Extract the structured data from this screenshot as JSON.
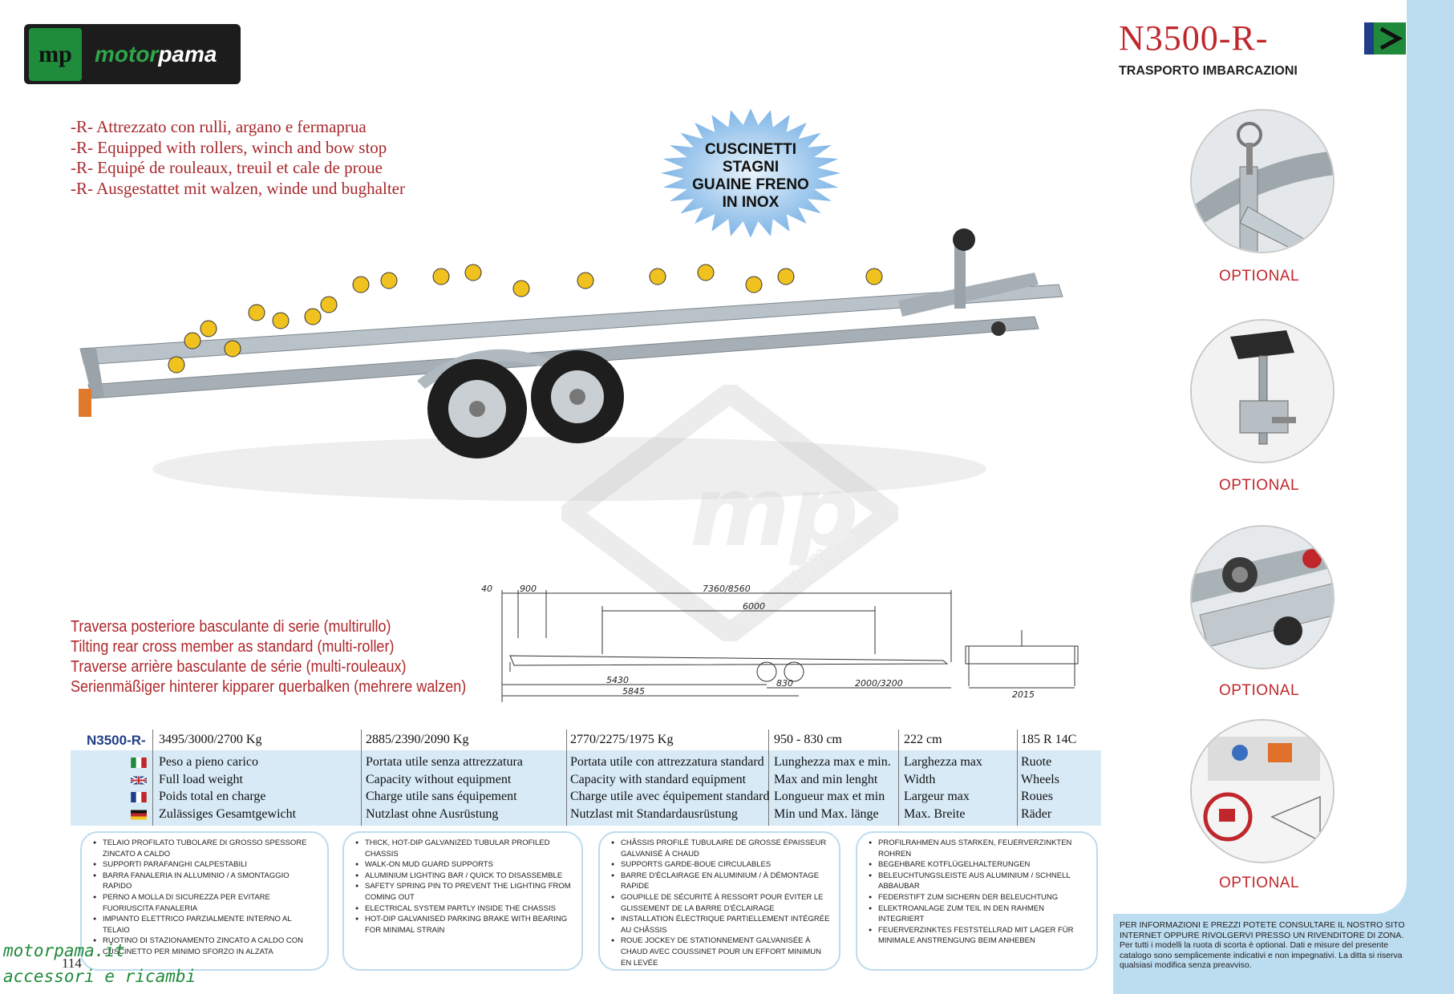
{
  "header": {
    "model": "N3500-R-",
    "category": "TRASPORTO IMBARCAZIONI"
  },
  "logo": {
    "text_green": "motor",
    "text_white": "pama",
    "mark": "mp"
  },
  "features": [
    "-R- Attrezzato con rulli, argano e fermaprua",
    "-R- Equipped with rollers, winch and bow stop",
    "-R- Equipé de rouleaux, treuil et cale de proue",
    "-R- Ausgestattet mit walzen, winde und bughalter"
  ],
  "badge": {
    "lines": [
      "CUSCINETTI",
      "STAGNI",
      "GUAINE FRENO",
      "IN INOX"
    ],
    "color": "#9cc6ec"
  },
  "rear_member": [
    "Traversa posteriore basculante di serie (multirullo)",
    "Tilting rear cross member as standard (multi-roller)",
    "Traverse arrière basculante de série (multi-rouleaux)",
    "Serienmäßiger hinterer kipparer querbalken (mehrere walzen)"
  ],
  "drawing": {
    "dims": {
      "d40": "40",
      "d900": "900",
      "overall": "7360/8560",
      "bed": "6000",
      "d5430": "5430",
      "d5845": "5845",
      "axle": "830",
      "drawbar": "2000/3200",
      "width": "2015"
    }
  },
  "spec": {
    "model": "N3500-R-",
    "values": [
      "3495/3000/2700 Kg",
      "2885/2390/2090 Kg",
      "2770/2275/1975 Kg",
      "950 - 830 cm",
      "222 cm",
      "185 R 14C"
    ],
    "labels": [
      [
        "Peso a pieno carico",
        "Full load weight",
        "Poids total en charge",
        "Zulässiges Gesamtgewicht"
      ],
      [
        "Portata utile senza attrezzatura",
        "Capacity without equipment",
        "Charge utile sans équipement",
        "Nutzlast ohne Ausrüstung"
      ],
      [
        "Portata utile con attrezzatura standard",
        "Capacity with standard equipment",
        "Charge utile avec équipement standard",
        "Nutzlast mit Standardausrüstung"
      ],
      [
        "Lunghezza max e min.",
        "Max and min lenght",
        "Longueur max et min",
        "Min und Max. länge"
      ],
      [
        "Larghezza max",
        "Width",
        "Largeur max",
        "Max. Breite"
      ],
      [
        "Ruote",
        "Wheels",
        "Roues",
        "Räder"
      ]
    ]
  },
  "bullets": {
    "it": [
      "Telaio profilato tubolare di grosso spessore zincato a caldo",
      "Supporti parafanghi calpestabili",
      "Barra fanaleria in alluminio / a smontaggio rapido",
      "Perno a molla di sicurezza per evitare fuoriuscita fanaleria",
      "Impianto elettrico parzialmente interno al telaio",
      "Ruotino di stazionamento zincato a caldo con cuscinetto per minimo sforzo in alzata"
    ],
    "en": [
      "Thick, hot-dip galvanized tubular profiled chassis",
      "Walk-on mud guard supports",
      "Aluminium lighting bar / quick to disassemble",
      "Safety spring pin to prevent the lighting from coming out",
      "Electrical system partly inside the chassis",
      "Hot-dip galvanised parking brake with bearing for minimal strain"
    ],
    "fr": [
      "Châssis profilé tubulaire de grosse épaisseur galvanisé à chaud",
      "Supports garde-boue circulables",
      "Barre d'éclairage en aluminium / à démontage rapide",
      "Goupille de sécurité à ressort pour éviter le glissement de la barre d'éclairage",
      "Installation électrique partiellement intégrée au châssis",
      "Roue jockey de stationnement galvanisée à chaud avec coussinet pour un effort minimun en levée"
    ],
    "de": [
      "Profilrahmen aus starken, feuerverzinkten Rohren",
      "Begehbare Kotflügelhalterungen",
      "Beleuchtungsleiste aus Aluminium / schnell abbaubar",
      "Federstift zum sichern der Beleuchtung",
      "Elektroanlage zum Teil in den Rahmen integriert",
      "Feuerverzinktes Feststellrad mit Lager für minimale Anstrengung beim Anheben"
    ]
  },
  "optional_label": "OPTIONAL",
  "note": "PER INFORMAZIONI E PREZZI POTETE CONSULTARE IL NOSTRO SITO INTERNET OPPURE RIVOLGERVI PRESSO UN RIVENDITORE DI ZONA. Per tutti i modelli la ruota di scorta è optional. Dati e misure del presente catalogo sono semplicemente indicativi e non impegnativi. La ditta si riserva qualsiasi modifica senza preavviso.",
  "page_number": "114",
  "watermark": {
    "line1": "motorpama.it",
    "line2": "accessori e ricambi",
    "diamond_text": "motorpama.it"
  },
  "colors": {
    "accent_red": "#c0272d",
    "sidebar_blue": "#bcdcf0",
    "brand_green": "#1f8a3b"
  }
}
